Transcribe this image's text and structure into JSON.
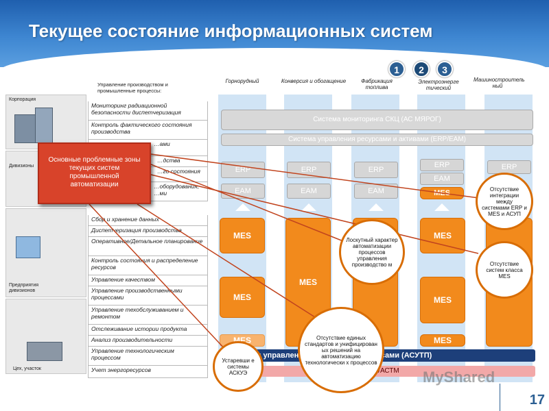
{
  "title": "Текущее состояние информационных систем",
  "left_header": "Управление производством и промышленные процессы:",
  "columns": [
    "Горнорудный",
    "Конверсия и обогащение",
    "Фабрикация топлива",
    "Электроэнерге тический",
    "Машиностроитель ный"
  ],
  "badges": [
    "1",
    "2",
    "3"
  ],
  "levels": [
    "Корпорация",
    "Дивизионы",
    "Предприятия дивизионов",
    "Цех, участок"
  ],
  "upper_rows": [
    "Мониторинг радиационной безопасности диспетчеризация",
    "Контроль фактического состояния производства",
    "…ами",
    "…дства",
    "…го состояния",
    "…оборудования, …ми"
  ],
  "lower_rows": [
    "Сбор и хранение данных",
    "Диспетчеризация производства",
    "Оперативное/Детальное планирование",
    "Контроль состояния и распределение ресурсов",
    "Управление качеством",
    "Управление производственными процессами",
    "Управление техобслуживанием и ремонтом",
    "Отслеживание истории продукта",
    "Анализ производительности",
    "Управление технологическим процессом",
    "Учет энергоресурсов"
  ],
  "system_bars": {
    "skc": "Система мониторинга СКЦ (АС МЯРОГ)",
    "erp_eam": "Система управления ресурсами и активами (ERP/EAM)",
    "asutp": "…ы управлени… …ческими процессами (АСУТП)",
    "askue": "АСКУЭ/АСТМ"
  },
  "boxes": {
    "erp": "ERP",
    "eam": "EAM",
    "mes": "MES"
  },
  "redbox": "Основные проблемные зоны текущих систем промышленной автоматизации",
  "callouts": {
    "c1": "Отсутствие интеграции между системами ERP и MES и АСУП",
    "c2": "Лоскутный характер автоматизации процессов управления производство м",
    "c3": "Отсутствие систем класса MES",
    "c4": "Отсутствие единых стандартов и унифицирован ых решений на автоматизацию технологически х процессов",
    "c5": "Устаревши е системы АСКУЭ"
  },
  "watermark": "MyShared",
  "slide_number": "17"
}
